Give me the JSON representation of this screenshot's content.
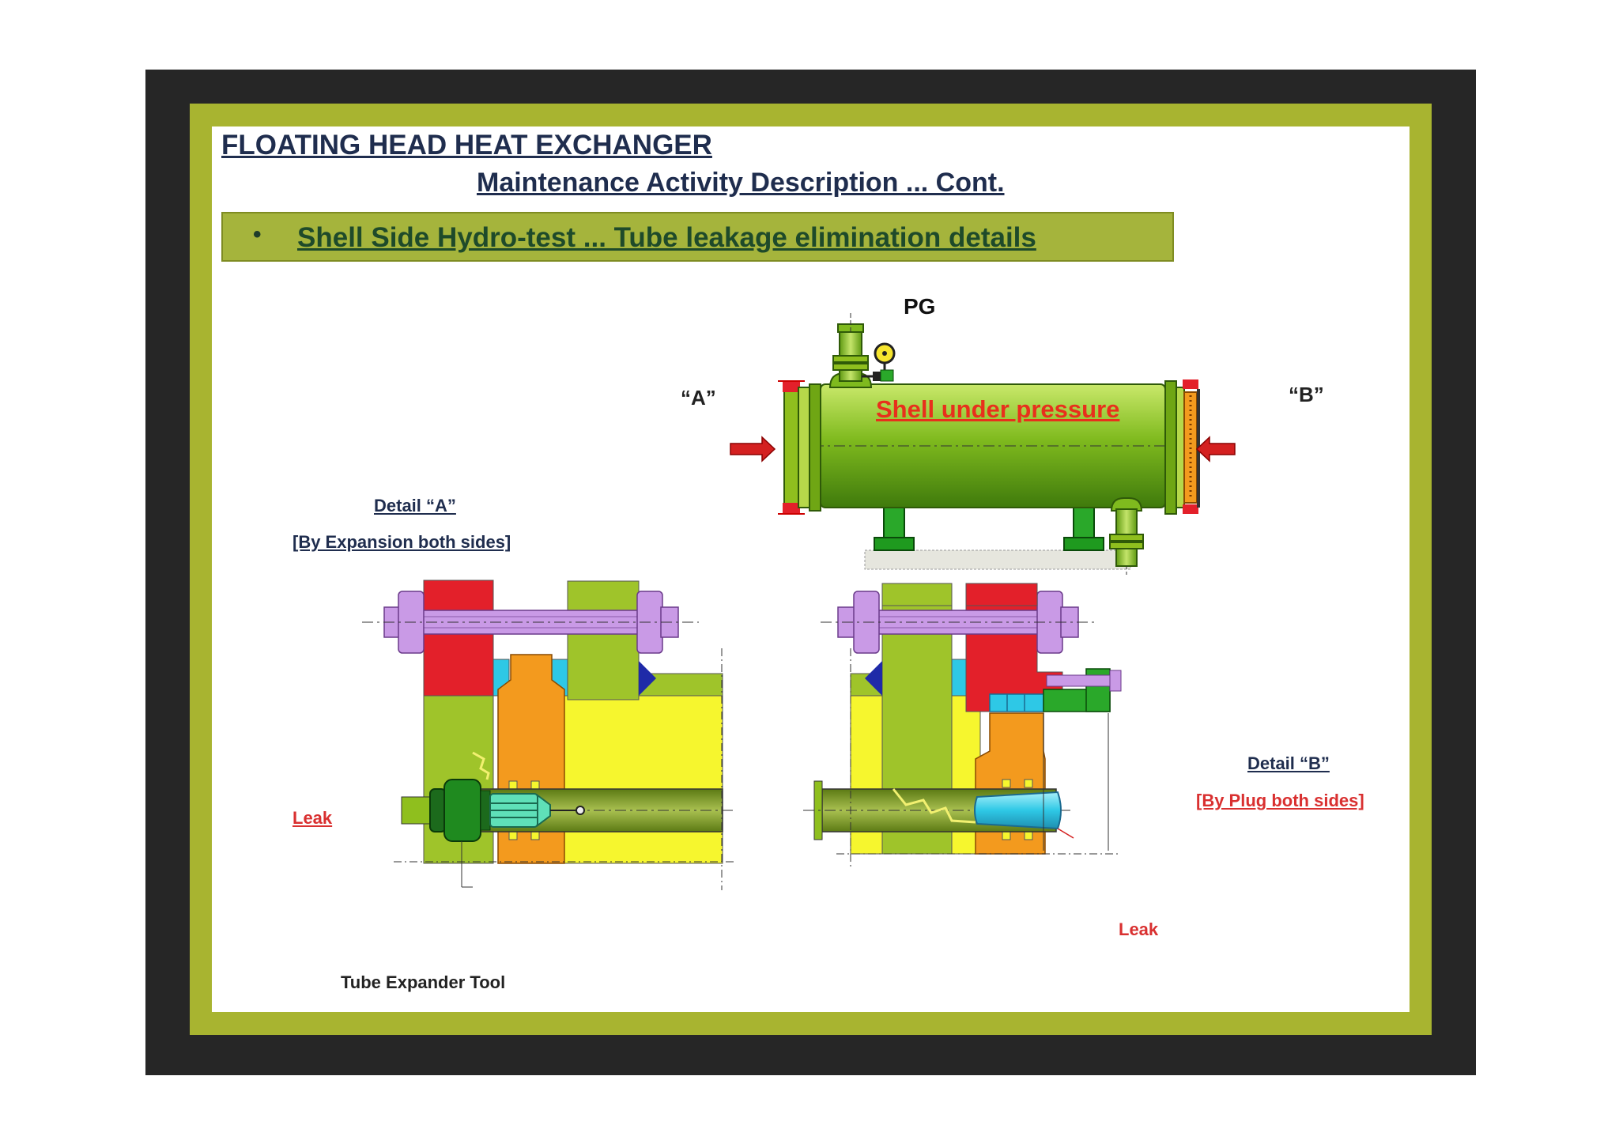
{
  "slide": {
    "title": "FLOATING HEAD HEAT EXCHANGER",
    "subtitle": "Maintenance Activity Description ... Cont.",
    "banner": {
      "bullet": "•",
      "text": "Shell Side Hydro-test  ... Tube leakage elimination details"
    }
  },
  "exchanger": {
    "pressure_gauge_label": "PG",
    "label_a": "“A”",
    "label_b": "“B”",
    "shell_text": "Shell under pressure"
  },
  "detail_a": {
    "title": "Detail “A”",
    "subtitle": "[By Expansion both sides]",
    "leak_label": "Leak",
    "tool_label": "Tube Expander Tool"
  },
  "detail_b": {
    "title": "Detail “B”",
    "subtitle": "[By Plug both sides]",
    "leak_label": "Leak"
  },
  "colors": {
    "frame_dark": "#262626",
    "frame_olive": "#a8b430",
    "shell_green": "#7fba1e",
    "flange_red": "#e3202a",
    "bolt_violet": "#c99ae6",
    "tubesheet_yellow": "#f6f62e",
    "ferrule_orange": "#f39a1e",
    "gasket_cyan": "#2ec8e6",
    "arrow_red": "#d42020",
    "leak_yellow": "#f2f070"
  }
}
